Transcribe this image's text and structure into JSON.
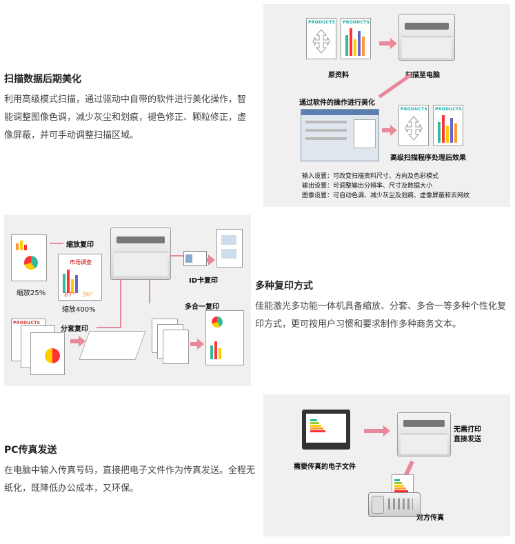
{
  "section1": {
    "title": "扫描数据后期美化",
    "body": "利用高级模式扫描，通过驱动中自带的软件进行美化操作，智能调整图像色调，减少灰尘和划痕，褪色修正、颗粒修正，虚像屏蔽，并可手动调整扫描区域。",
    "figure": {
      "doc_title": "PRODUCTS",
      "label_original": "原资料",
      "label_scan": "扫描至电脑",
      "label_software": "通过软件的操作进行美化",
      "label_result": "高级扫描程序处理后效果",
      "notes": [
        "输入设置：可改变扫描资料尺寸、方向及色彩模式",
        "输出设置：可调整输出分辨率、尺寸及数据大小",
        "图像设置：可自动色调、减少灰尘及划痕、虚像屏蔽和去网纹"
      ]
    }
  },
  "section2": {
    "title": "多种复印方式",
    "body": "佳能激光多功能一体机具备缩放、分套、多合一等多种个性化复印方式，更可按用户习惯和要求制作多种商务文本。",
    "figure": {
      "label_zoom": "缩放复印",
      "label_shrink": "缩放25%",
      "label_enlarge": "缩放400%",
      "label_market": "市场调查",
      "label_87": "87°",
      "label_36": "36°",
      "label_id": "ID卡复印",
      "label_multi": "多合一复印",
      "label_collate": "分套复印",
      "doc_title": "PRODUCTS"
    }
  },
  "section3": {
    "title": "PC传真发送",
    "body": "在电脑中输入传真号码，直接把电子文件作为传真发送。全程无纸化，既降低办公成本，又环保。",
    "figure": {
      "label_efile": "需要传真的电子文件",
      "label_noprint_1": "无需打印",
      "label_noprint_2": "直接发送",
      "label_fax": "对方传真"
    }
  },
  "colors": {
    "arrow": "#e8889a",
    "panel": "#f0f0f0",
    "accent": "#1aa"
  }
}
